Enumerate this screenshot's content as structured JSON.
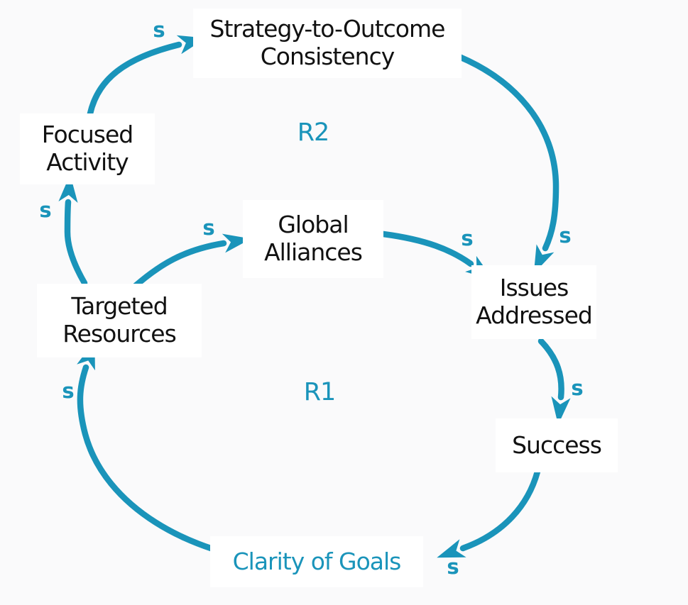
{
  "colors": {
    "accent": "#1a94ba",
    "text": "#111111",
    "background": "#fafafb",
    "node_background": "#ffffff"
  },
  "diagram": {
    "type": "causal-loop-diagram",
    "nodes": [
      {
        "id": "strategy-to-outcome-consistency",
        "lines": [
          "Strategy-to-Outcome",
          "Consistency"
        ]
      },
      {
        "id": "focused-activity",
        "lines": [
          "Focused",
          "Activity"
        ]
      },
      {
        "id": "global-alliances",
        "lines": [
          "Global",
          "Alliances"
        ]
      },
      {
        "id": "targeted-resources",
        "lines": [
          "Targeted",
          "Resources"
        ]
      },
      {
        "id": "issues-addressed",
        "lines": [
          "Issues",
          "Addressed"
        ]
      },
      {
        "id": "success",
        "lines": [
          "Success"
        ]
      },
      {
        "id": "clarity-of-goals",
        "lines": [
          "Clarity of Goals"
        ]
      }
    ],
    "loops": [
      {
        "id": "R2",
        "label": "R2"
      },
      {
        "id": "R1",
        "label": "R1"
      }
    ],
    "edges": [
      {
        "from": "Focused Activity",
        "to": "Strategy-to-Outcome Consistency",
        "polarity": "s"
      },
      {
        "from": "Strategy-to-Outcome Consistency",
        "to": "Issues Addressed",
        "polarity": "s"
      },
      {
        "from": "Targeted Resources",
        "to": "Global Alliances",
        "polarity": "s"
      },
      {
        "from": "Global Alliances",
        "to": "Issues Addressed",
        "polarity": "s"
      },
      {
        "from": "Issues Addressed",
        "to": "Success",
        "polarity": "s"
      },
      {
        "from": "Success",
        "to": "Clarity of Goals",
        "polarity": "s"
      },
      {
        "from": "Clarity of Goals",
        "to": "Targeted Resources",
        "polarity": "s"
      },
      {
        "from": "Targeted Resources",
        "to": "Focused Activity",
        "polarity": "s"
      }
    ]
  }
}
